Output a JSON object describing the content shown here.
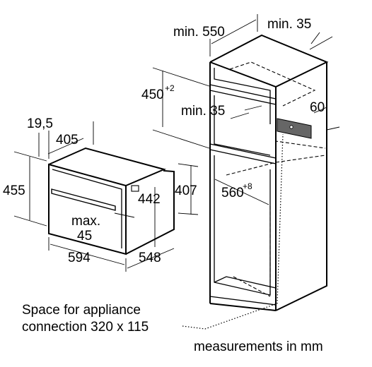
{
  "dimensions": {
    "cabinet_depth": "min. 550",
    "cabinet_side_gap": "min. 35",
    "niche_height_value": "450",
    "niche_height_sup": "+2",
    "inner_gap": "min. 35",
    "vent_height": "60",
    "niche_width_value": "560",
    "niche_width_sup": "+8",
    "appliance_overhang": "19,5",
    "appliance_depth_top": "405",
    "appliance_height_total": "455",
    "appliance_body_height": "442",
    "appliance_side_height": "407",
    "gap_max_line1": "max.",
    "gap_max_line2": "45",
    "appliance_width": "594",
    "appliance_depth": "548"
  },
  "notes": {
    "space_line1": "Space for appliance",
    "space_line2": "connection 320 x 115",
    "units": "measurements in mm"
  }
}
